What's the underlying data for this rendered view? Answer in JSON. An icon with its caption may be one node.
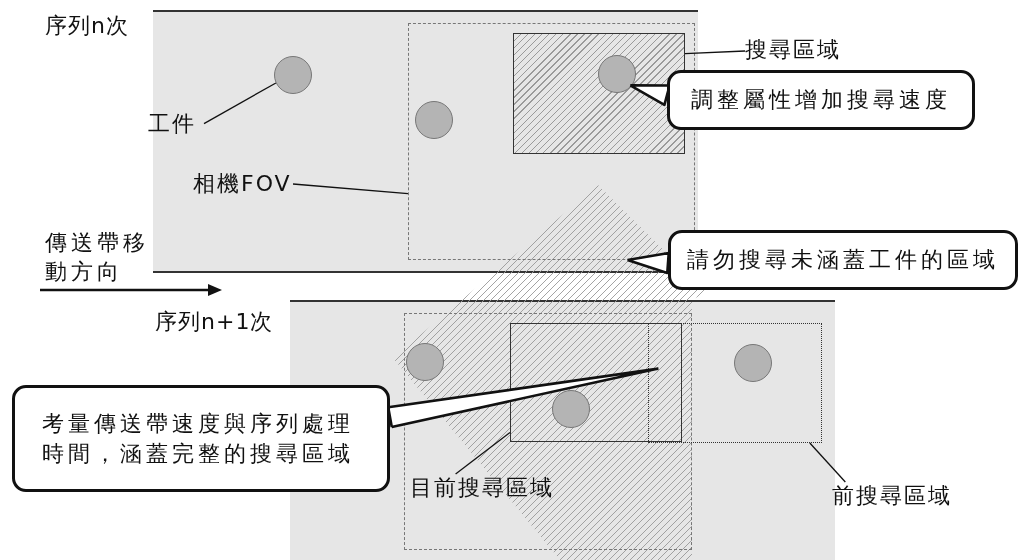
{
  "diagram": {
    "nodes": [
      {
        "text": [
          "序列n次"
        ]
      },
      {
        "text": [],
        "shape": "circle",
        "in": 0
      },
      {
        "text": [
          "工件"
        ]
      },
      {
        "text": [],
        "shape": "box",
        "in": 0
      },
      {
        "text": [],
        "shape": "circle",
        "in": 3
      },
      {
        "text": [],
        "shape": "box",
        "in": 3
      },
      {
        "text": [],
        "shape": "circle",
        "in": 5
      },
      {
        "text": [
          "相機FOV"
        ],
        "in": 0
      },
      {
        "text": [
          "搜尋區域"
        ]
      },
      {
        "text": [
          "調整屬性增加搜尋速度"
        ]
      },
      {
        "text": [
          "請勿搜尋未涵蓋工件的區域"
        ]
      },
      {
        "text": [
          "序列n+1次"
        ]
      },
      {
        "text": [],
        "shape": "box",
        "in": 11
      },
      {
        "text": [],
        "shape": "circle",
        "in": 12
      },
      {
        "text": [],
        "shape": "box",
        "in": 12
      },
      {
        "text": [],
        "shape": "circle",
        "in": 14
      },
      {
        "text": [],
        "shape": "box",
        "in": 11
      },
      {
        "text": [],
        "shape": "circle",
        "in": 16
      },
      {
        "text": [
          "考量傳送帶速度與序列處理時間，涵蓋完整的搜尋區域"
        ]
      },
      {
        "text": [
          "目前搜尋區域"
        ],
        "in": 12
      },
      {
        "text": [
          "前搜尋區域"
        ]
      }
    ],
    "edges": [
      {
        "from": 2,
        "to": 1,
        "arrow": "none"
      },
      {
        "from": 7,
        "to": 3,
        "arrow": "none"
      },
      {
        "from": 8,
        "to": 5,
        "arrow": "none"
      },
      {
        "from": 9,
        "to": 6,
        "arrow": "none"
      },
      {
        "from": 10,
        "to": 3,
        "arrow": "none"
      },
      {
        "from": 18,
        "to": 16,
        "arrow": "none"
      },
      {
        "from": 19,
        "to": 14,
        "arrow": "none"
      },
      {
        "from": 20,
        "to": 16,
        "arrow": "none"
      }
    ],
    "labels": [
      "傳送帶移動方向"
    ]
  }
}
